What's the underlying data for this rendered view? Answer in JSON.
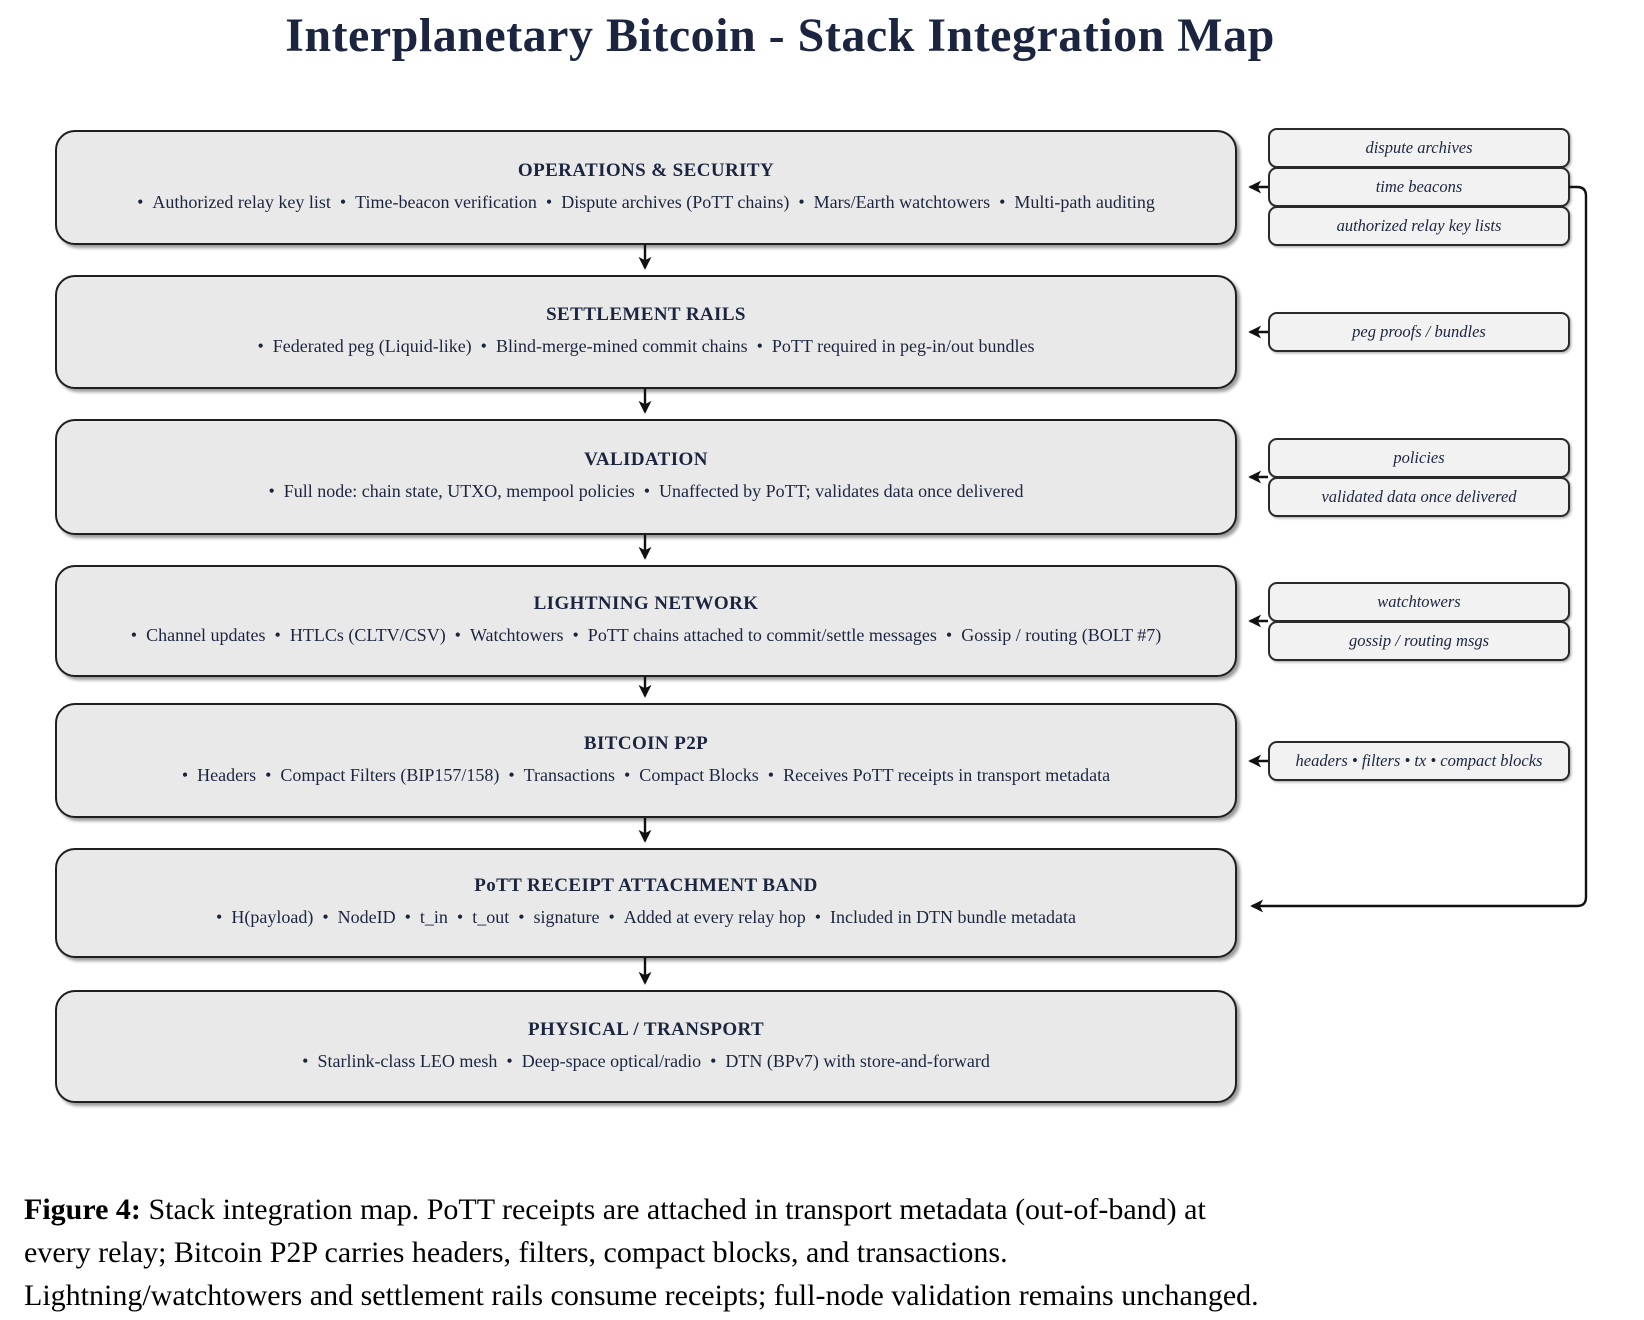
{
  "title": "Interplanetary Bitcoin - Stack Integration Map",
  "colors": {
    "ink": "#1c2540",
    "box-fill": "#e9e9e9",
    "side-fill": "#f2f2f2",
    "line": "#111111"
  },
  "layers": [
    {
      "title": "OPERATIONS & SECURITY",
      "items": [
        "Authorized relay key list",
        "Time-beacon verification",
        "Dispute archives (PoTT chains)",
        "Mars/Earth watchtowers",
        "Multi-path auditing"
      ]
    },
    {
      "title": "SETTLEMENT RAILS",
      "items": [
        "Federated peg (Liquid-like)",
        "Blind-merge-mined commit chains",
        "PoTT required in peg-in/out bundles"
      ]
    },
    {
      "title": "VALIDATION",
      "items": [
        "Full node: chain state, UTXO, mempool policies",
        "Unaffected by PoTT; validates data once delivered"
      ]
    },
    {
      "title": "LIGHTNING NETWORK",
      "items": [
        "Channel updates",
        "HTLCs (CLTV/CSV)",
        "Watchtowers",
        "PoTT chains attached to commit/settle messages",
        "Gossip / routing (BOLT #7)"
      ]
    },
    {
      "title": "BITCOIN P2P",
      "items": [
        "Headers",
        "Compact Filters (BIP157/158)",
        "Transactions",
        "Compact Blocks",
        "Receives PoTT receipts in transport metadata"
      ]
    },
    {
      "title": "PoTT RECEIPT ATTACHMENT BAND",
      "items": [
        "H(payload)",
        "NodeID",
        "t_in",
        "t_out",
        "signature",
        "Added at every relay hop",
        "Included in DTN bundle metadata"
      ]
    },
    {
      "title": "PHYSICAL / TRANSPORT",
      "items": [
        "Starlink-class LEO mesh",
        "Deep-space optical/radio",
        "DTN (BPv7) with store-and-forward"
      ]
    }
  ],
  "side_groups": [
    {
      "target": "operations-security",
      "labels": [
        "dispute archives",
        "time beacons",
        "authorized relay key lists"
      ]
    },
    {
      "target": "settlement-rails",
      "labels": [
        "peg proofs / bundles"
      ]
    },
    {
      "target": "validation",
      "labels": [
        "policies",
        "validated data once delivered"
      ]
    },
    {
      "target": "lightning-network",
      "labels": [
        "watchtowers",
        "gossip / routing msgs"
      ]
    },
    {
      "target": "bitcoin-p2p",
      "labels": [
        "headers • filters • tx • compact blocks"
      ]
    }
  ],
  "caption": {
    "prefix": "Figure 4:",
    "line1": " Stack integration map. PoTT receipts are attached in transport metadata (out-of-band) at",
    "line2": "every relay; Bitcoin P2P carries headers, filters, compact blocks, and transactions.",
    "line3": "Lightning/watchtowers and settlement rails consume receipts; full-node validation remains unchanged."
  }
}
